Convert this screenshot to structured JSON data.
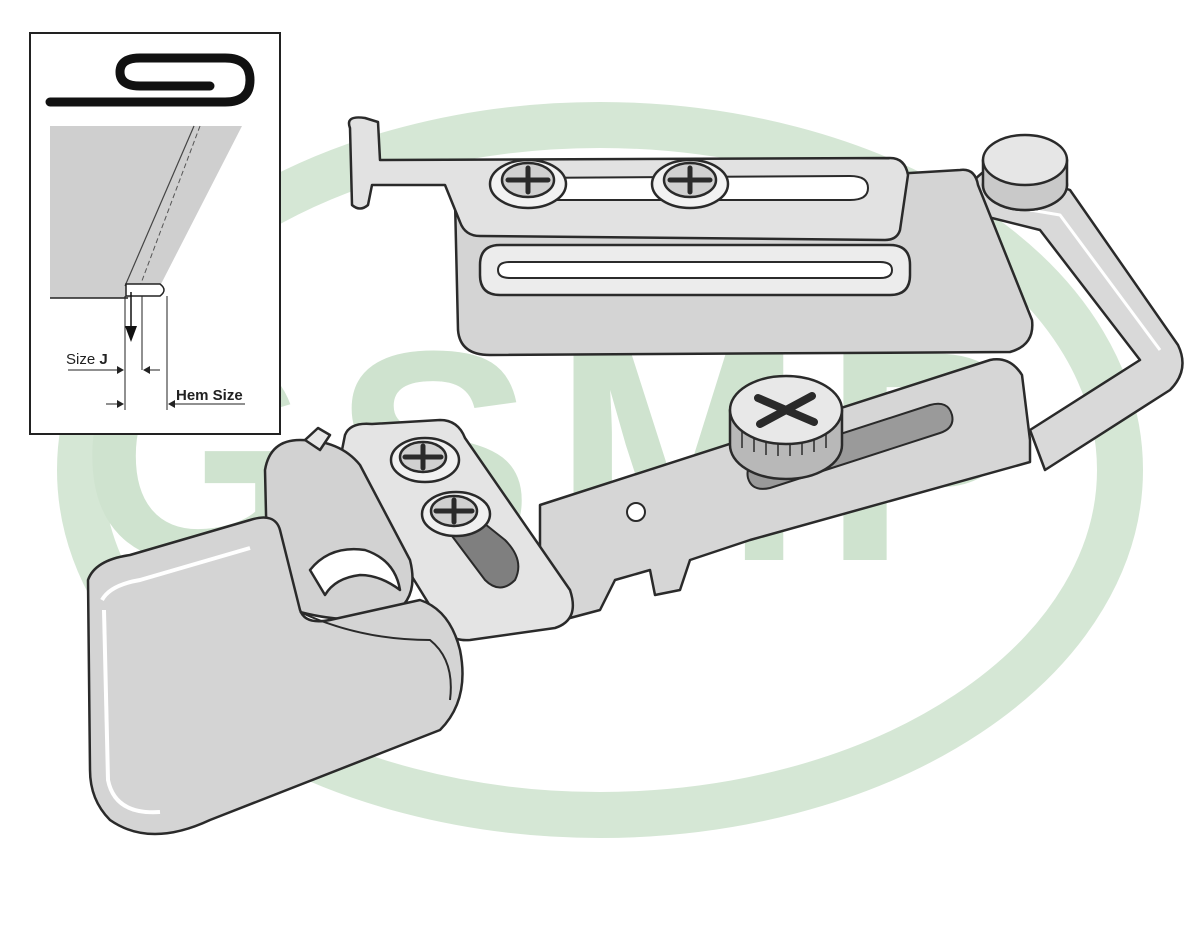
{
  "watermark": {
    "text": "GSMP",
    "color": "#cfe3cf"
  },
  "inset": {
    "size_label_prefix": "Size ",
    "size_label_letter": "J",
    "hem_label": "Hem Size"
  },
  "colors": {
    "outline": "#2a2a2a",
    "metal_light": "#e3e3e3",
    "metal_mid": "#cfcfcf",
    "metal_dark": "#9a9a9a"
  }
}
